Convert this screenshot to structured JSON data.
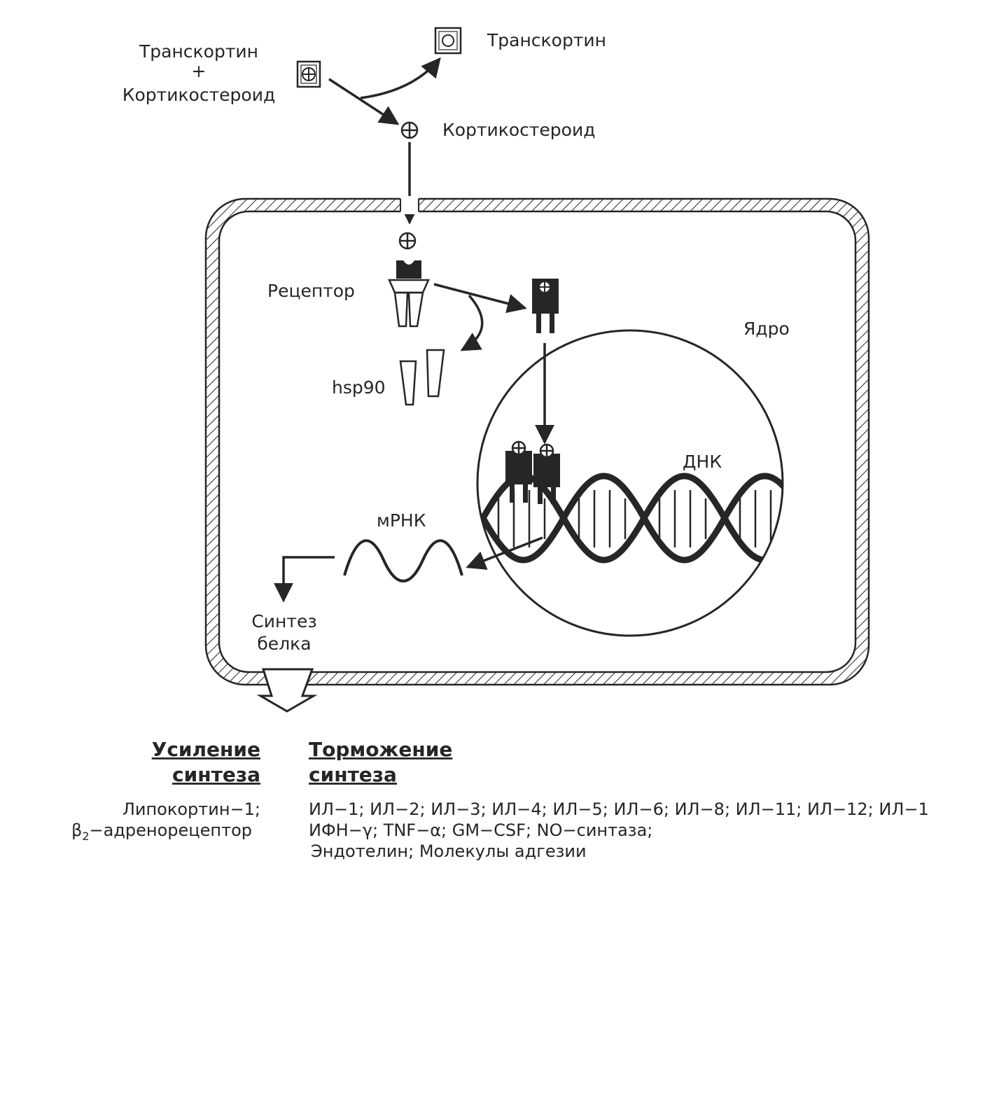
{
  "labels": {
    "complex_line1": "Транскортин",
    "complex_plus": "+",
    "complex_line2": "Кортикостероид",
    "free_transcortin": "Транскортин",
    "free_corticosteroid": "Кортикостероид",
    "receptor": "Рецептор",
    "hsp90": "hsp90",
    "nucleus": "Ядро",
    "dna": "ДНК",
    "mrna": "мРНК",
    "protein_synthesis_line1": "Синтез",
    "protein_synthesis_line2": "белка"
  },
  "enhancement": {
    "heading_line1": "Усиление",
    "heading_line2": "синтеза",
    "item1": "Липокортин−1;",
    "item2_symbol": "β",
    "item2_sub": "2",
    "item2_rest": "−адренорецептор"
  },
  "inhibition": {
    "heading_line1": "Торможение",
    "heading_line2": "синтеза",
    "line1": "ИЛ−1; ИЛ−2; ИЛ−3; ИЛ−4; ИЛ−5; ИЛ−6; ИЛ−8; ИЛ−11; ИЛ−12; ИЛ−1",
    "line2": "ИФН−γ; TNF−α; GM−CSF; NO−синтаза;",
    "line3": "Эндотелин; Молекулы адгезии"
  }
}
